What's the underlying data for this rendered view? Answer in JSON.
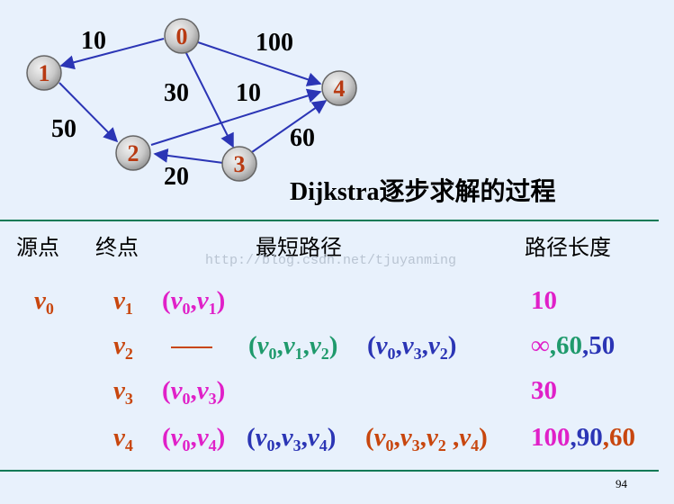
{
  "graph": {
    "nodes": [
      {
        "id": "n0",
        "label": "0"
      },
      {
        "id": "n1",
        "label": "1"
      },
      {
        "id": "n2",
        "label": "2"
      },
      {
        "id": "n3",
        "label": "3"
      },
      {
        "id": "n4",
        "label": "4"
      }
    ],
    "edges": [
      {
        "from": "0",
        "to": "1",
        "weight": "10"
      },
      {
        "from": "0",
        "to": "4",
        "weight": "100"
      },
      {
        "from": "0",
        "to": "3",
        "weight": "30"
      },
      {
        "from": "1",
        "to": "2",
        "weight": "50"
      },
      {
        "from": "2",
        "to": "4",
        "weight": "10"
      },
      {
        "from": "3",
        "to": "4",
        "weight": "60"
      },
      {
        "from": "3",
        "to": "2",
        "weight": "20"
      }
    ]
  },
  "title": "Dijkstra逐步求解的过程",
  "table": {
    "headers": {
      "source": "源点",
      "target": "终点",
      "path": "最短路径",
      "length": "路径长度"
    },
    "watermark": "http://blog.csdn.net/tjuyanming",
    "source_vertex": "0",
    "rows": [
      {
        "target": "1",
        "paths": [
          [
            "0",
            "1"
          ]
        ],
        "lengths": [
          "10"
        ]
      },
      {
        "target": "2",
        "paths": [
          [
            "0",
            "1",
            "2"
          ],
          [
            "0",
            "3",
            "2"
          ]
        ],
        "lengths": [
          "∞",
          ",60",
          ",50"
        ]
      },
      {
        "target": "3",
        "paths": [
          [
            "0",
            "3"
          ]
        ],
        "lengths": [
          "30"
        ]
      },
      {
        "target": "4",
        "paths": [
          [
            "0",
            "4"
          ],
          [
            "0",
            "3",
            "4"
          ],
          [
            "0",
            "3",
            "2",
            "4"
          ]
        ],
        "lengths": [
          "100",
          ",90",
          ",60"
        ]
      }
    ]
  },
  "page_number": "94",
  "colors": {
    "background": "#e8f1fc",
    "node_fill": "#c9c9c9",
    "node_label": "#b83a12",
    "edge": "#2b35b5",
    "rule": "#0f7a56",
    "orange": "#c8460e",
    "magenta": "#e020c8",
    "green": "#1f9a6c",
    "blue": "#2b35b5"
  }
}
